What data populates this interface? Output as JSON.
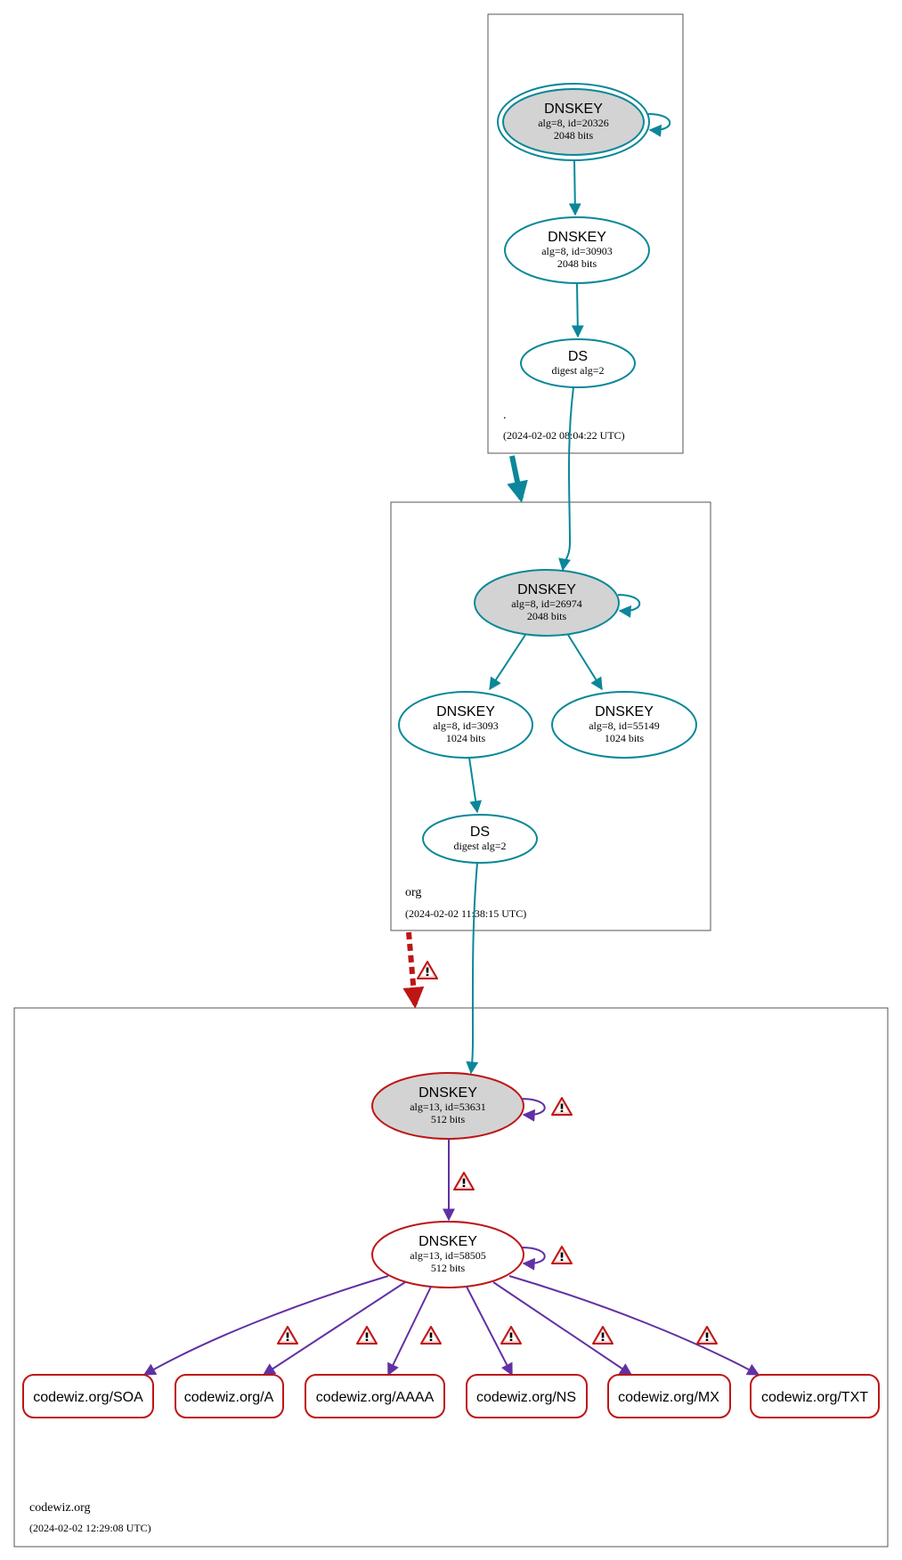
{
  "colors": {
    "secure": "#0a879a",
    "bogus": "#be1515",
    "insecure_edge": "#6131a3",
    "key_fill_sep": "#d3d3d3",
    "zone_border": "#555555"
  },
  "zones": [
    {
      "id": "root",
      "name": ".",
      "timestamp": "(2024-02-02 08:04:22 UTC)"
    },
    {
      "id": "org",
      "name": "org",
      "timestamp": "(2024-02-02 11:38:15 UTC)"
    },
    {
      "id": "codewiz",
      "name": "codewiz.org",
      "timestamp": "(2024-02-02 12:29:08 UTC)"
    }
  ],
  "nodes": {
    "root_ksk": {
      "title": "DNSKEY",
      "line1": "alg=8, id=20326",
      "line2": "2048 bits"
    },
    "root_zsk": {
      "title": "DNSKEY",
      "line1": "alg=8, id=30903",
      "line2": "2048 bits"
    },
    "root_ds": {
      "title": "DS",
      "line1": "digest alg=2"
    },
    "org_ksk": {
      "title": "DNSKEY",
      "line1": "alg=8, id=26974",
      "line2": "2048 bits"
    },
    "org_zsk1": {
      "title": "DNSKEY",
      "line1": "alg=8, id=3093",
      "line2": "1024 bits"
    },
    "org_zsk2": {
      "title": "DNSKEY",
      "line1": "alg=8, id=55149",
      "line2": "1024 bits"
    },
    "org_ds": {
      "title": "DS",
      "line1": "digest alg=2"
    },
    "cw_ksk": {
      "title": "DNSKEY",
      "line1": "alg=13, id=53631",
      "line2": "512 bits"
    },
    "cw_zsk": {
      "title": "DNSKEY",
      "line1": "alg=13, id=58505",
      "line2": "512 bits"
    }
  },
  "records": [
    {
      "label": "codewiz.org/SOA"
    },
    {
      "label": "codewiz.org/A"
    },
    {
      "label": "codewiz.org/AAAA"
    },
    {
      "label": "codewiz.org/NS"
    },
    {
      "label": "codewiz.org/MX"
    },
    {
      "label": "codewiz.org/TXT"
    }
  ],
  "icons": {
    "warning": "warning-icon"
  }
}
